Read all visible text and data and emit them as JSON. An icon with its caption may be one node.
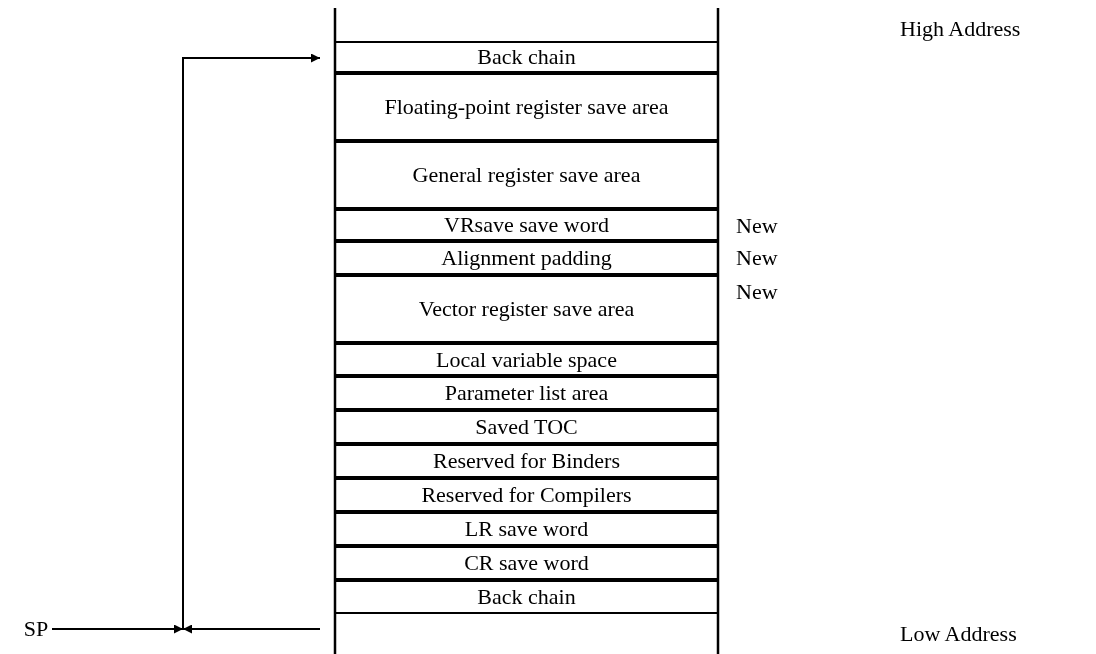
{
  "diagram": {
    "nodes": [
      {
        "text": [
          "SP"
        ]
      },
      {
        "text": [
          "Back chain"
        ]
      },
      {
        "text": [
          "Floating-point register save area"
        ]
      },
      {
        "text": [
          "General register save area"
        ]
      },
      {
        "text": [
          "VRsave save word"
        ],
        "beside": [
          "New"
        ]
      },
      {
        "text": [
          "Alignment padding"
        ],
        "beside": [
          "New"
        ]
      },
      {
        "text": [
          "Vector register save area"
        ],
        "beside": [
          "New"
        ]
      },
      {
        "text": [
          "Local variable space"
        ]
      },
      {
        "text": [
          "Parameter list area"
        ]
      },
      {
        "text": [
          "Saved TOC"
        ]
      },
      {
        "text": [
          "Reserved for Binders"
        ]
      },
      {
        "text": [
          "Reserved for Compilers"
        ]
      },
      {
        "text": [
          "LR save word"
        ]
      },
      {
        "text": [
          "CR save word"
        ]
      },
      {
        "text": [
          "Back chain"
        ]
      }
    ],
    "edges": [
      {
        "from": 0,
        "to": null,
        "arrow": "to"
      },
      {
        "from": 14,
        "to": null,
        "arrow": "to"
      },
      {
        "from": null,
        "to": 1,
        "arrow": "to"
      }
    ],
    "labels": [
      "High Address",
      "Low Address"
    ]
  }
}
